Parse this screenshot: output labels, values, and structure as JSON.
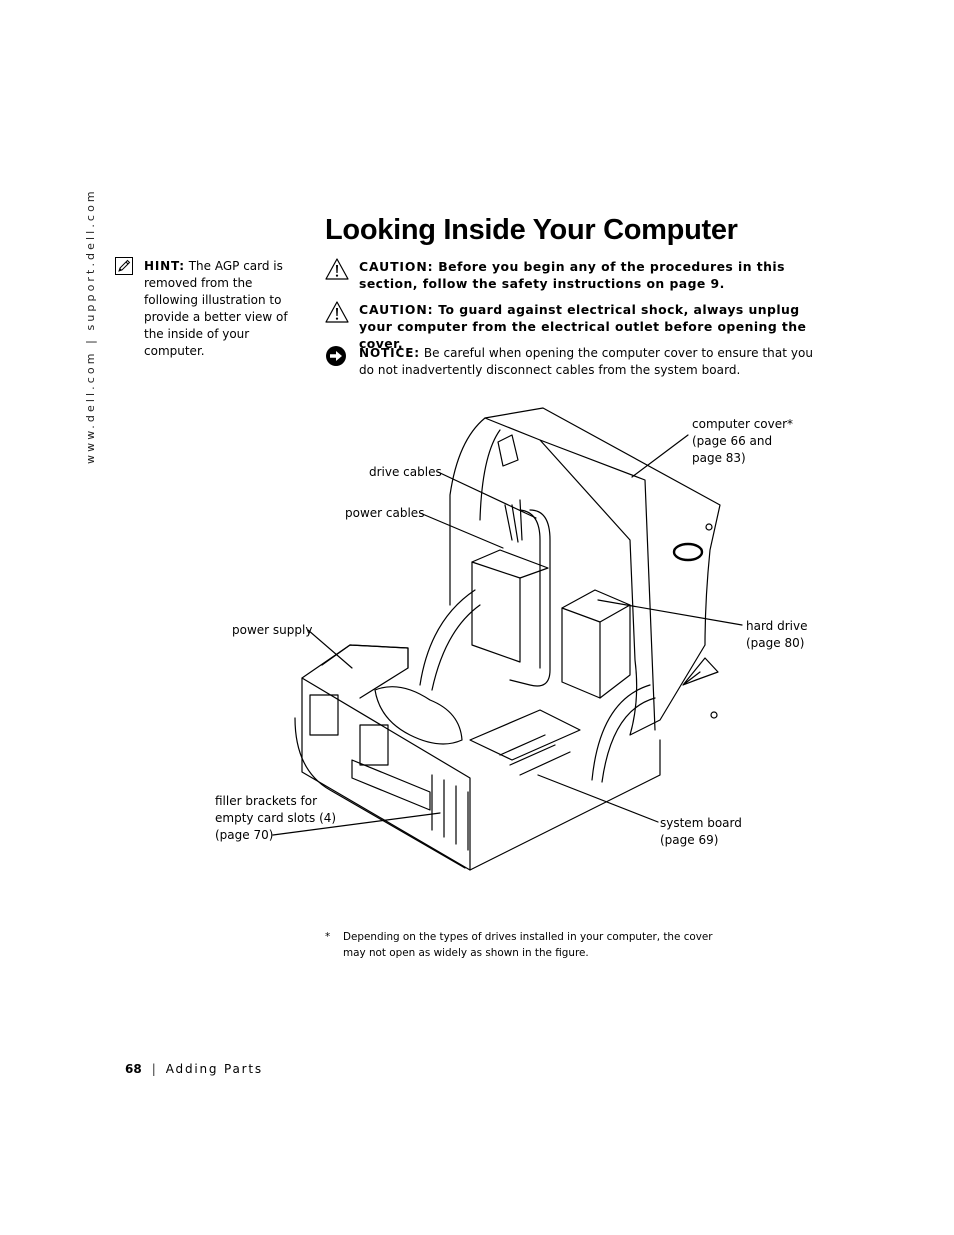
{
  "sidebar": {
    "url": "www.dell.com | support.dell.com"
  },
  "title": "Looking Inside Your Computer",
  "hint": {
    "label": "HINT:",
    "text": "The AGP card is removed from the following illustration to provide a better view of the inside of your computer."
  },
  "cautions": [
    {
      "label": "CAUTION:",
      "text": "Before you begin any of the procedures in this section, follow the safety instructions on page 9."
    },
    {
      "label": "CAUTION:",
      "text": "To guard against electrical shock, always unplug your computer from the electrical outlet before opening the cover."
    }
  ],
  "notice": {
    "label": "NOTICE:",
    "text": "Be careful when opening the computer cover to ensure that you do not inadvertently disconnect cables from the system board."
  },
  "figure": {
    "callouts": {
      "computer_cover": [
        "computer cover*",
        "(page 66 and",
        "page 83)"
      ],
      "drive_cables": [
        "drive cables"
      ],
      "power_cables": [
        "power cables"
      ],
      "hard_drive": [
        "hard drive",
        "(page 80)"
      ],
      "power_supply": [
        "power supply"
      ],
      "filler_brackets": [
        "filler brackets for",
        "empty card slots (4)",
        "(page 70)"
      ],
      "system_board": [
        "system board",
        "(page 69)"
      ]
    }
  },
  "footnote": {
    "marker": "*",
    "text": "Depending on the types of drives installed in your computer, the cover may not open as widely as shown in the figure."
  },
  "footer": {
    "page_number": "68",
    "separator": "|",
    "section": "Adding Parts"
  }
}
